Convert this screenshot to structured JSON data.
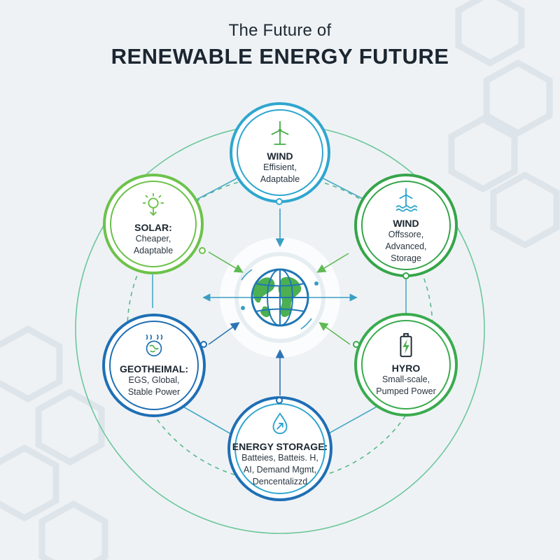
{
  "header": {
    "subtitle": "The Future of",
    "title": "RENEWABLE ENERGY FUTURE"
  },
  "nodes": {
    "wind_top": {
      "title": "WIND",
      "desc": [
        "Effisient,",
        "Adaptable"
      ],
      "icon": "wind-turbine-icon",
      "color": "#2fa6cf"
    },
    "wind_right": {
      "title": "WIND",
      "desc": [
        "Offssore,",
        "Advanced,",
        "Storage"
      ],
      "icon": "offshore-wind-icon",
      "color": "#35a54a"
    },
    "solar": {
      "title": "SOLAR:",
      "desc": [
        "Cheaper,",
        "Adaptable"
      ],
      "icon": "sun-icon",
      "color": "#6cc24a"
    },
    "geothermal": {
      "title": "GEOTHEIMAL:",
      "desc": [
        "EGS, Global,",
        "Stable Power"
      ],
      "icon": "geothermal-globe-icon",
      "color": "#1f6fb5"
    },
    "hydro": {
      "title": "HYRO",
      "desc": [
        "Small-scale,",
        "Pumped Power"
      ],
      "icon": "battery-icon",
      "color": "#3aab4e"
    },
    "storage": {
      "title": "ENERGY STORAGE:",
      "desc": [
        "Batteies, Batteis. H,",
        "AI, Demand Mgmt,",
        "Dencentalizzd"
      ],
      "icon": "water-drop-icon",
      "color": "#1f6fb5"
    }
  },
  "colors": {
    "teal": "#2fa6cf",
    "green": "#35a54a",
    "light_green": "#6cc24a",
    "blue": "#1f6fb5",
    "outer_ring": "#5fbf8c"
  }
}
